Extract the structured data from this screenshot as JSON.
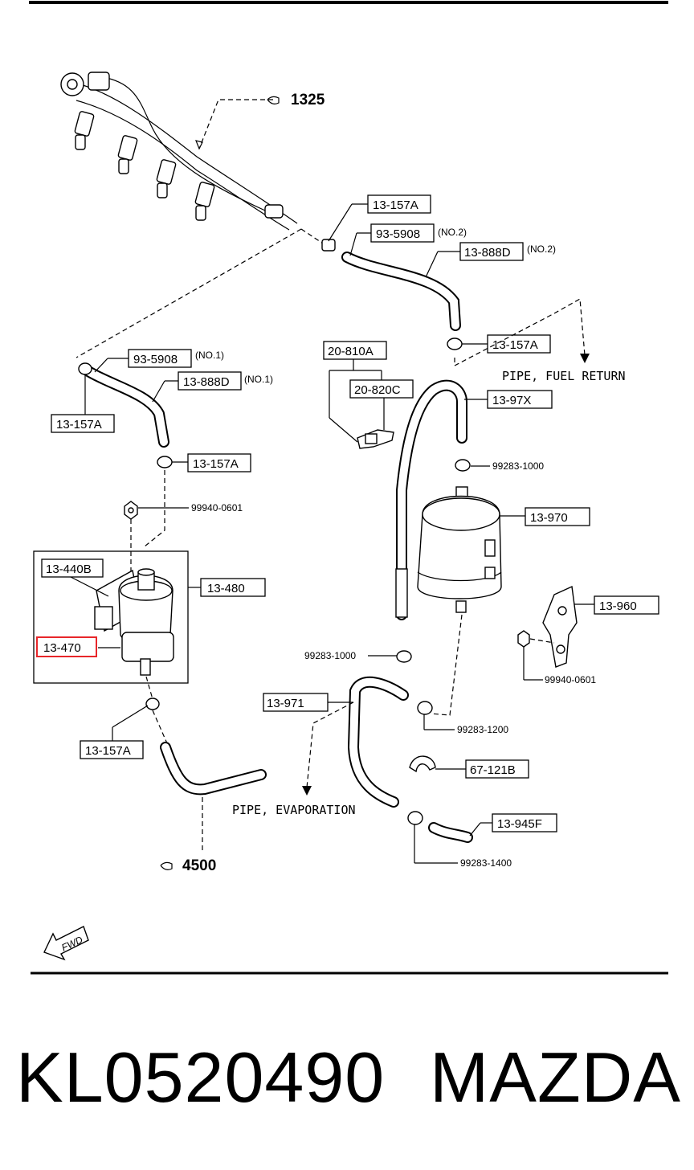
{
  "diagram": {
    "labels": {
      "ref_1325": "1325",
      "ref_4500": "4500",
      "p_13_157A_top": "13-157A",
      "p_93_5908_no2": "93-5908",
      "no2_a": "(NO.2)",
      "p_13_888D_no2": "13-888D",
      "no2_b": "(NO.2)",
      "p_13_157A_right": "13-157A",
      "pipe_fuel_return": "PIPE, FUEL RETURN",
      "p_20_810A": "20-810A",
      "p_20_820C": "20-820C",
      "p_13_97X": "13-97X",
      "p_99283_1000_top": "99283-1000",
      "p_13_970": "13-970",
      "p_93_5908_no1": "93-5908",
      "no1_a": "(NO.1)",
      "p_13_888D_no1": "13-888D",
      "no1_b": "(NO.1)",
      "p_13_157A_left": "13-157A",
      "p_13_157A_mid": "13-157A",
      "p_99940_0601_left": "99940-0601",
      "p_13_440B": "13-440B",
      "p_13_480": "13-480",
      "p_13_470": "13-470",
      "p_13_960": "13-960",
      "p_99940_0601_right": "99940-0601",
      "p_99283_1000_mid": "99283-1000",
      "p_13_971": "13-971",
      "p_99283_1200": "99283-1200",
      "p_13_157A_bottom": "13-157A",
      "p_67_121B": "67-121B",
      "pipe_evaporation": "PIPE, EVAPORATION",
      "p_13_945F": "13-945F",
      "p_99283_1400": "99283-1400",
      "fwd": "FWD"
    },
    "highlight": {
      "part": "13-470",
      "color": "#e8262a"
    }
  },
  "footer": {
    "part_number": "KL0520490",
    "brand": "MAZDA"
  }
}
